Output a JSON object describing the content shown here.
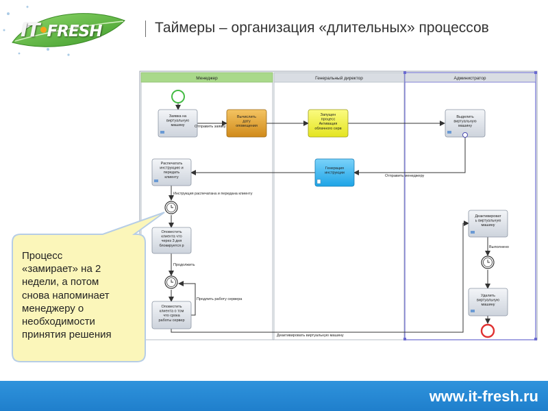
{
  "header": {
    "logo_text_it": "IT",
    "logo_text_fresh": "FRESH",
    "title": "Таймеры – организация «длительных» процессов"
  },
  "lanes": {
    "manager": "Менеджер",
    "director": "Генеральный директор",
    "admin": "Администратор"
  },
  "tasks": {
    "request": "Заявка на\nвиртуальную\nмашину",
    "calc_date": "Вычислить\nдату\nоповещения",
    "process_started": "Запущен\nпроцесс\nАктивация\nоблачного серв",
    "allocate_vm": "Выделить\nвиртуальную\nмашину",
    "generate_instr": "Генерация\nинструкции",
    "print_instr": "Распечатать\nинструкцию и\nпередать\nклиенту",
    "notify_3days": "Оповестить\nклиента что\nчерез 3 дня\nблокируется р",
    "notify_end": "Оповестить\nклиента о том\nчто срока\nработы сервер",
    "deactivate_vm": "Деактивироват\nь виртуальную\nмашину",
    "delete_vm": "Удалить\nвиртуальную\nмашину"
  },
  "flow_labels": {
    "send_request": "Отправить заявку",
    "send_manager": "Отправить менеджеру",
    "printed": "Инструкция распечатана и передана клиенту",
    "continue": "Продолжить",
    "extend": "Продлить работу сервера",
    "done": "Выполнено",
    "deactivate": "Деактивировать виртуальную машину"
  },
  "callout": {
    "text": "Процесс\n«замирает» на 2\nнедели, а потом\nснова напоминает\nменеджеру о\nнеобходимости\nпринятия решения"
  },
  "footer": {
    "url": "www.it-fresh.ru"
  },
  "colors": {
    "lane_manager": "#a9d98a",
    "lane_other": "#d9dde3",
    "task_fill": "#dfe4ea",
    "task_orange": "#e0a030",
    "task_yellow": "#f0f040",
    "task_blue": "#33b4f0",
    "start_event": "#44bb44",
    "end_event": "#e03030",
    "footer": "#2a8fd8"
  }
}
